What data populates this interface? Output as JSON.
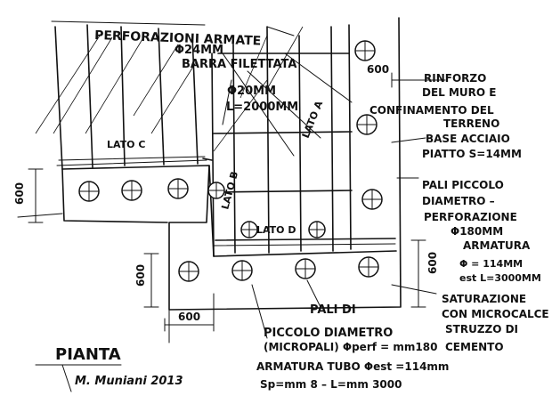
{
  "labels": {
    "perforazioni": "PERFORAZIONI ARMATE",
    "diam_24": "Φ24MM",
    "barra": "BARRA FILETTATA",
    "diam_20": "Φ20MM",
    "l2000": "L=2000MM",
    "rinforzo1": "RINFORZO",
    "rinforzo2": "DEL MURO E",
    "rinforzo3": "CONFINAMENTO DEL",
    "rinforzo4": "TERRENO",
    "base1": "BASE ACCIAIO",
    "base2": "PIATTO S=14MM",
    "pali1": "PALI PICCOLO",
    "pali2": "DIAMETRO –",
    "pali3": "PERFORAZIONE",
    "pali4": "Φ180MM",
    "pali5": "ARMATURA",
    "pali6": "Φ = 114MM",
    "pali7": "est L=3000MM",
    "sat1": "SATURAZIONE",
    "sat2": "CON MICROCALCE",
    "sat3": "STRUZZO DI",
    "sat4": "CEMENTO",
    "lato_c": "LATO C",
    "lato_a": "LATO A",
    "lato_b": "LATO B",
    "lato_d": "LATO D",
    "dim_600_top": "600",
    "dim_600_left": "600",
    "dim_600_lower_left": "600",
    "dim_600_bottom": "600",
    "dim_600_right": "600",
    "micro1": "PALI DI",
    "micro2": "PICCOLO DIAMETRO",
    "micro3": "(MICROPALI) Φperf = mm180",
    "micro4": "ARMATURA TUBO Φest =114mm",
    "micro5": "Sp=mm 8 – L=mm 3000",
    "pianta": "PIANTA",
    "signature": "M. Muniani 2013"
  }
}
